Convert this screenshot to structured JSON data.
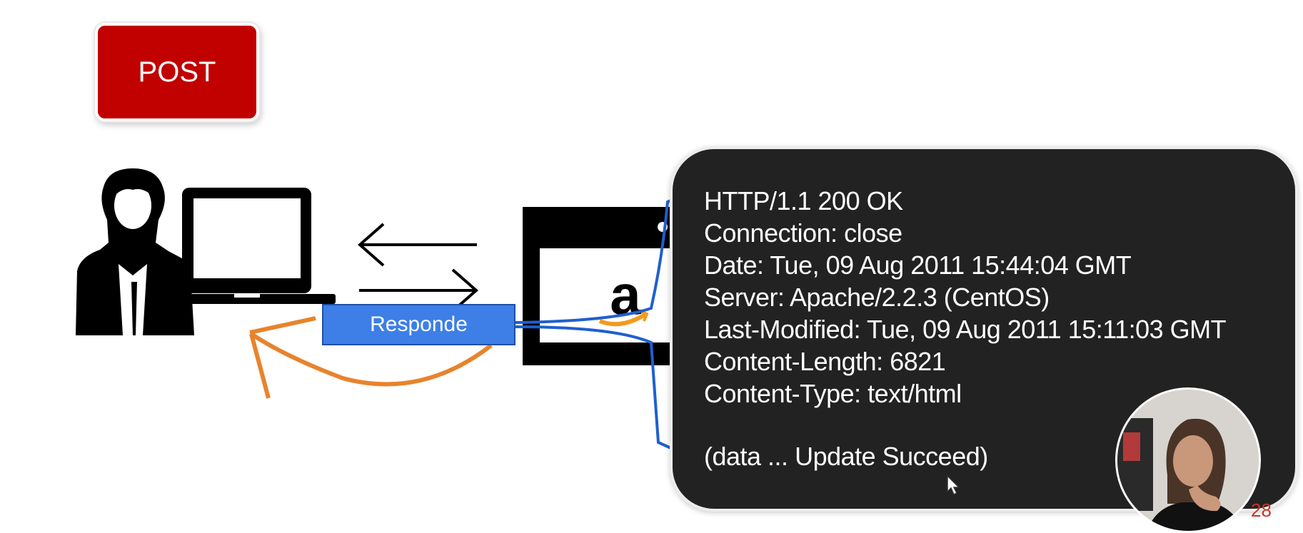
{
  "method_button": {
    "label": "POST"
  },
  "responde_label": "Responde",
  "response": {
    "lines": [
      "HTTP/1.1 200 OK",
      "Connection: close",
      "Date: Tue, 09 Aug 2011 15:44:04 GMT",
      "Server: Apache/2.2.3 (CentOS)",
      "Last-Modified: Tue, 09 Aug 2011 15:11:03 GMT",
      "Content-Length: 6821",
      "Content-Type: text/html"
    ],
    "footer": "(data ... Update Succeed)"
  },
  "server_logo_letter": "a",
  "page_number": "28",
  "icons": {
    "user": "user-icon",
    "laptop": "laptop-icon",
    "browser": "browser-window-icon",
    "arrow_left": "arrow-left-icon",
    "arrow_right": "arrow-right-icon",
    "curved_arrow": "curved-arrow-icon",
    "cursor": "cursor-icon",
    "webcam": "webcam-presenter"
  },
  "colors": {
    "post_red": "#c10000",
    "responde_blue": "#3d7fe6",
    "connector_blue": "#1f5fd0",
    "curved_arrow_orange": "#e8832c",
    "panel_dark": "#222222",
    "amazon_orange": "#f39a1e"
  }
}
